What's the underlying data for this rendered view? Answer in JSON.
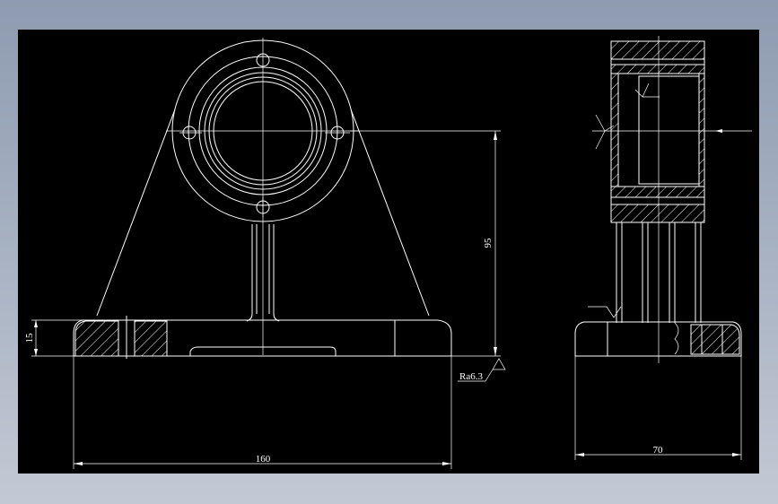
{
  "drawing": {
    "dim_width_front": "160",
    "dim_width_side": "70",
    "dim_height_center": "95",
    "dim_base_thickness": "15",
    "roughness": "Ra6.3"
  },
  "colors": {
    "background": "#000000",
    "lines": "#ffffff",
    "frame": "#9aa5b8"
  }
}
